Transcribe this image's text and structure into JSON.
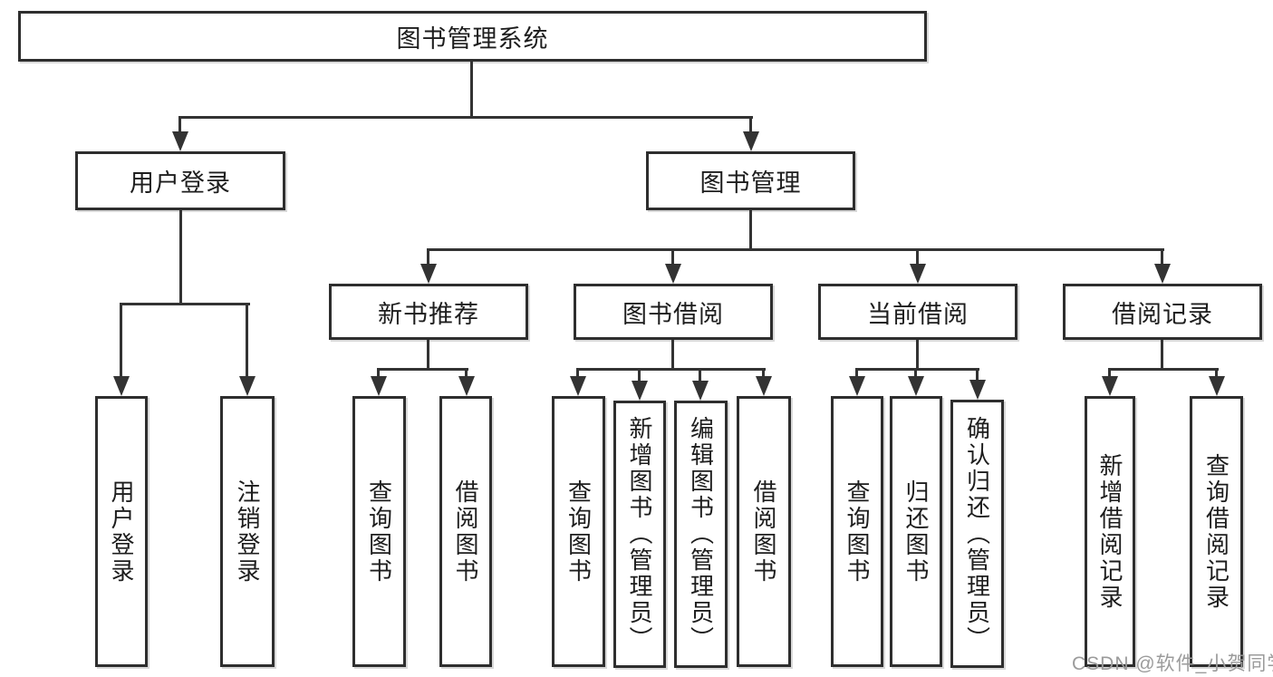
{
  "tree": {
    "label": "图书管理系统",
    "children": [
      {
        "label": "用户登录",
        "children": [
          {
            "label": "用户登录"
          },
          {
            "label": "注销登录"
          }
        ]
      },
      {
        "label": "图书管理",
        "children": [
          {
            "label": "新书推荐",
            "children": [
              {
                "label": "查询图书"
              },
              {
                "label": "借阅图书"
              }
            ]
          },
          {
            "label": "图书借阅",
            "children": [
              {
                "label": "查询图书"
              },
              {
                "label": "新增图书（管理员）"
              },
              {
                "label": "编辑图书（管理员）"
              },
              {
                "label": "借阅图书"
              }
            ]
          },
          {
            "label": "当前借阅",
            "children": [
              {
                "label": "查询图书"
              },
              {
                "label": "归还图书"
              },
              {
                "label": "确认归还（管理员）"
              }
            ]
          },
          {
            "label": "借阅记录",
            "children": [
              {
                "label": "新增借阅记录"
              },
              {
                "label": "查询借阅记录"
              }
            ]
          }
        ]
      }
    ]
  },
  "watermark": {
    "text": "CSDN @软件_小贺同学"
  },
  "colors": {
    "line": "#333333",
    "box_border": "#2e2e2e",
    "box_background": "#ffffff",
    "text": "#1d1d1d",
    "watermark": "#9b9b9b",
    "page_background": "#ffffff"
  }
}
